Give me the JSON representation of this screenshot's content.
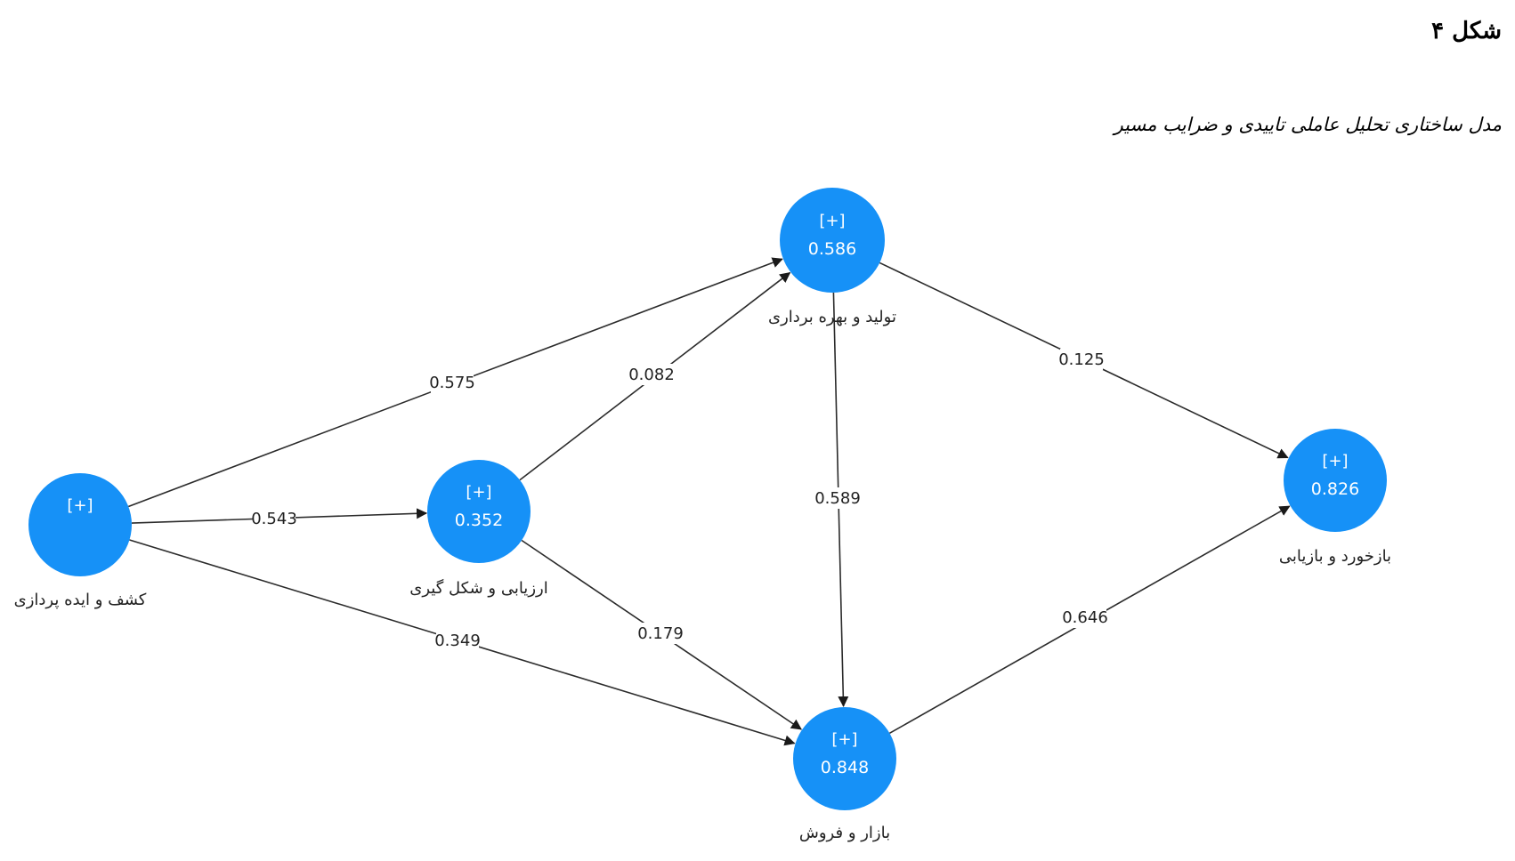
{
  "figure": {
    "label": "شکل ۴",
    "caption": "مدل ساختاری تحلیل عاملی تاییدی و ضرایب مسیر"
  },
  "colors": {
    "node_fill": "#1691f7",
    "edge": "#2b2b2b"
  },
  "nodes": [
    {
      "id": "discovery",
      "name": "کشف و ایده پردازی",
      "value": "",
      "expand": "[+]"
    },
    {
      "id": "evaluation",
      "name": "ارزیابی و شکل گیری",
      "value": "0.352",
      "expand": "[+]"
    },
    {
      "id": "production",
      "name": "تولید و بهره برداری",
      "value": "0.586",
      "expand": "[+]"
    },
    {
      "id": "market",
      "name": "بازار و فروش",
      "value": "0.848",
      "expand": "[+]"
    },
    {
      "id": "feedback",
      "name": "بازخورد و بازیابی",
      "value": "0.826",
      "expand": "[+]"
    }
  ],
  "edges": [
    {
      "from": "discovery",
      "to": "production",
      "coef": "0.575"
    },
    {
      "from": "discovery",
      "to": "evaluation",
      "coef": "0.543"
    },
    {
      "from": "discovery",
      "to": "market",
      "coef": "0.349"
    },
    {
      "from": "evaluation",
      "to": "production",
      "coef": "0.082"
    },
    {
      "from": "evaluation",
      "to": "market",
      "coef": "0.179"
    },
    {
      "from": "production",
      "to": "market",
      "coef": "0.589"
    },
    {
      "from": "production",
      "to": "feedback",
      "coef": "0.125"
    },
    {
      "from": "market",
      "to": "feedback",
      "coef": "0.646"
    }
  ]
}
